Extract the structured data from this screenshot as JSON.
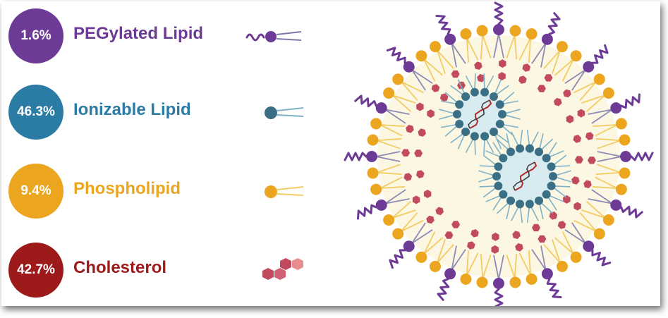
{
  "legend": [
    {
      "value": "1.6%",
      "label": "PEGylated Lipid",
      "color": "#6d3a96",
      "icon": "peg-lipid-icon"
    },
    {
      "value": "46.3%",
      "label": "Ionizable Lipid",
      "color": "#2b7ca5",
      "icon": "ionizable-lipid-icon"
    },
    {
      "value": "9.4%",
      "label": "Phospholipid",
      "color": "#eca51f",
      "icon": "phospholipid-icon"
    },
    {
      "value": "42.7%",
      "label": "Cholesterol",
      "color": "#9c1a1a",
      "icon": "cholesterol-icon"
    }
  ],
  "colors": {
    "peg": "#6d3a96",
    "ionizable": "#3a6f86",
    "phospholipid": "#eca51f",
    "cholesterol": "#c24a5f",
    "core": "#fbf7e2",
    "rna": "#b22b2b"
  }
}
